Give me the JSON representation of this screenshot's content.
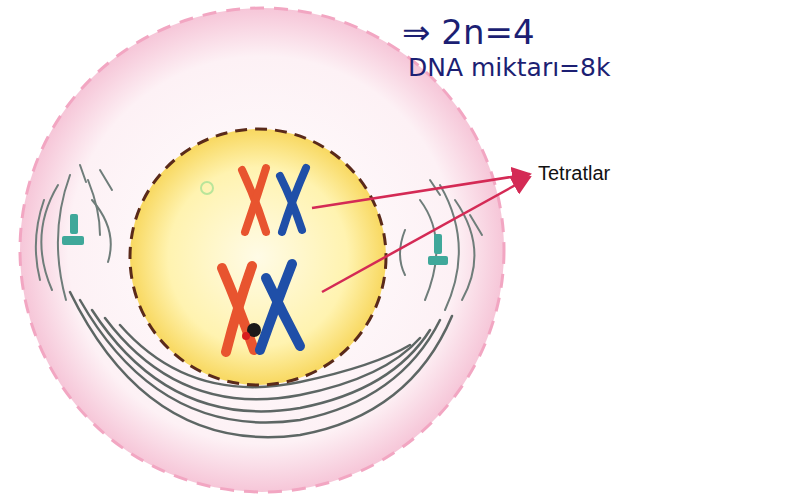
{
  "diagram": {
    "labels": [
      "⇒ 2n=4",
      "DNA miktarı=8k",
      "Tetratlar"
    ]
  }
}
